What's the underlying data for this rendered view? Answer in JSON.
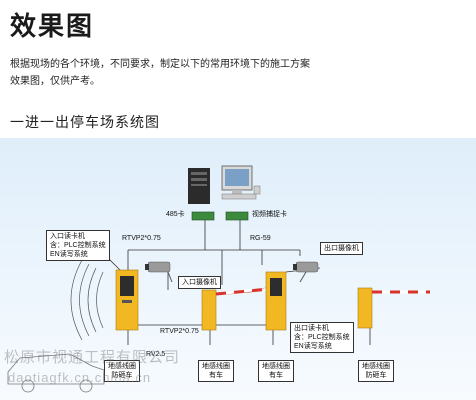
{
  "header": {
    "title": "效果图",
    "intro_line1": "根据现场的各个环境，不同要求，制定以下的常用环境下的施工方案",
    "intro_line2": "效果图，仅供产考。"
  },
  "section": {
    "title": "一进一出停车场系统图"
  },
  "diagram": {
    "label_485": "485卡",
    "label_capture_card": "视频捕捉卡",
    "label_rg59": "RG-59",
    "label_rtvp_top": "RTVP2*0.75",
    "label_rtvp_bottom": "RTVP2*0.75",
    "label_rv": "RV2.5",
    "entry_reader": {
      "line1": "入口读卡机",
      "line2": "含：PLC控制系统",
      "line3": "EN读写系统"
    },
    "entry_camera": "入口摄像机",
    "exit_camera": "出口摄像机",
    "exit_reader": {
      "line1": "出口读卡机",
      "line2": "含：PLC控制系统",
      "line3": "EN读写系统"
    },
    "coil1": {
      "line1": "地感线圈",
      "line2": "防砸车"
    },
    "coil2": {
      "line1": "地感线圈",
      "line2": "有车"
    },
    "coil3": {
      "line1": "地感线圈",
      "line2": "有车"
    },
    "coil4": {
      "line1": "地感线圈",
      "line2": "防砸车"
    }
  },
  "watermark": {
    "line1": "松原市视通工程有限公司",
    "line2": "daotiagfk.cn.china.cn"
  },
  "colors": {
    "background_top": "#dfeefa",
    "post_yellow": "#f2b824",
    "boom_red": "#d9342b",
    "board_green": "#3c8a3e"
  }
}
